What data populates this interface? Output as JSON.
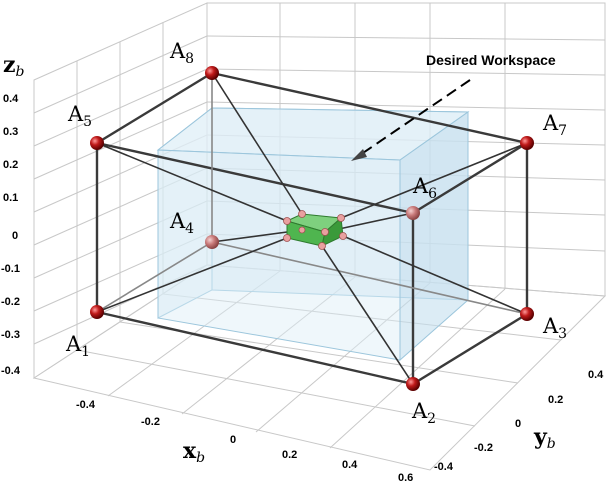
{
  "axes": {
    "x": {
      "name": "x",
      "subscript": "b",
      "ticks": [
        "-0.4",
        "-0.2",
        "0",
        "0.2",
        "0.4",
        "0.6"
      ]
    },
    "y": {
      "name": "y",
      "subscript": "b",
      "ticks": [
        "-0.4",
        "-0.2",
        "0",
        "0.2",
        "0.4"
      ]
    },
    "z": {
      "name": "z",
      "subscript": "b",
      "ticks": [
        "0.4",
        "0.3",
        "0.2",
        "0.1",
        "0",
        "-0.1",
        "-0.2",
        "-0.3",
        "-0.4"
      ]
    }
  },
  "anchors": [
    {
      "name": "A",
      "index": "1"
    },
    {
      "name": "A",
      "index": "2"
    },
    {
      "name": "A",
      "index": "3"
    },
    {
      "name": "A",
      "index": "4"
    },
    {
      "name": "A",
      "index": "5"
    },
    {
      "name": "A",
      "index": "6"
    },
    {
      "name": "A",
      "index": "7"
    },
    {
      "name": "A",
      "index": "8"
    }
  ],
  "annotation": {
    "label": "Desired Workspace"
  },
  "colors": {
    "anchor": "#b01818",
    "cable": "#333333",
    "frame": "#3a3a3a",
    "workspace_fill": "#cfe6f2",
    "platform": "#4fb54f",
    "grid": "#c8c8c8"
  }
}
